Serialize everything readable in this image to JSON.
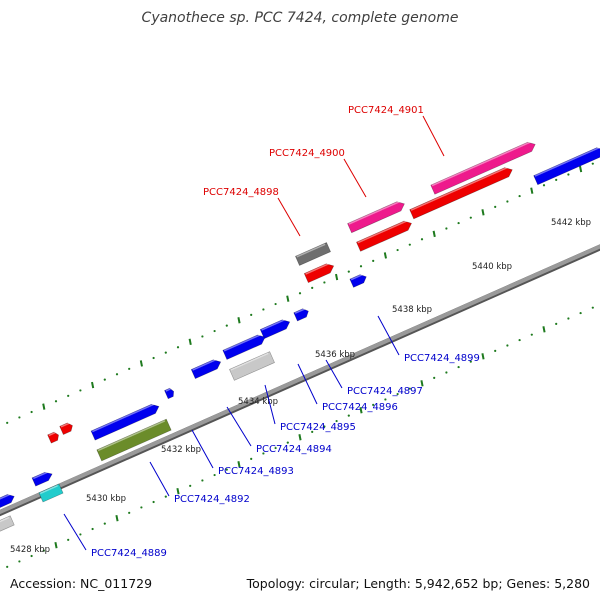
{
  "title": "Cyanothece sp. PCC 7424, complete genome",
  "footer": {
    "accession": "Accession: NC_011729",
    "topology": "Topology: circular; Length: 5,942,652 bp; Genes: 5,280"
  },
  "kbp_labels": [
    "5428 kbp",
    "5430 kbp",
    "5432 kbp",
    "5434 kbp",
    "5436 kbp",
    "5438 kbp",
    "5440 kbp",
    "5442 kbp"
  ],
  "gene_labels": {
    "upper": [
      "PCC7424_4898",
      "PCC7424_4900",
      "PCC7424_4901"
    ],
    "lower": [
      "PCC7424_4889",
      "PCC7424_4892",
      "PCC7424_4893",
      "PCC7424_4894",
      "PCC7424_4895",
      "PCC7424_4896",
      "PCC7424_4897",
      "PCC7424_4899"
    ]
  },
  "colors": {
    "backbone": "#9a9a9a",
    "forward_gene": "#0000ee",
    "label_red": "#dd0000",
    "label_blue": "#0000cc",
    "tick_green": "#1e7a1e",
    "magenta": "#ee1a8c",
    "red": "#ee0000",
    "olive": "#6b8c2a",
    "cyan": "#22cccc",
    "dark_gray": "#6e6e6e",
    "light_gray": "#c8c8c8"
  }
}
